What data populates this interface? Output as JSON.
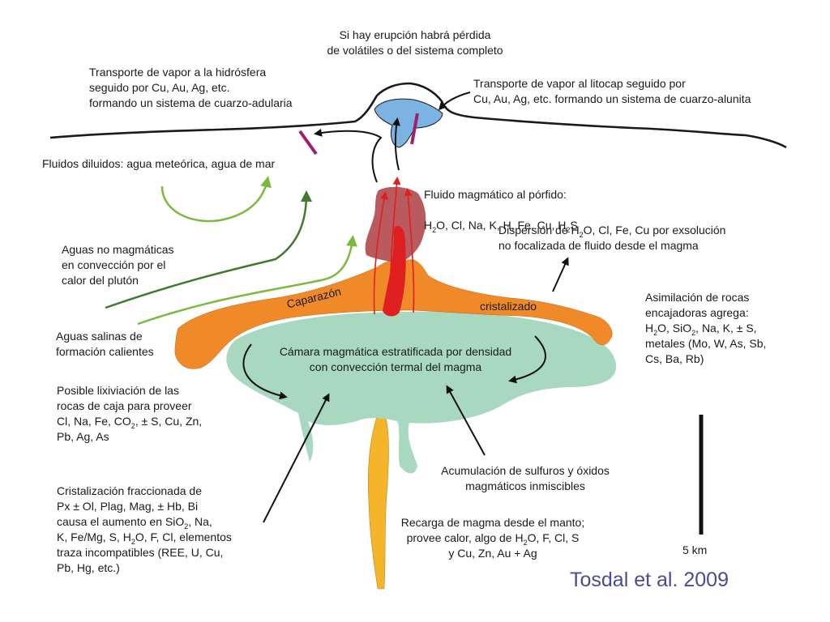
{
  "labels": {
    "eruption": "Si hay erupción habrá pérdida\nde volátiles o del sistema completo",
    "hydrosphere": "Transporte de vapor a la hidrósfera\nseguido por Cu, Au, Ag, etc.\nformando un sistema de cuarzo-adularia",
    "lithocap": "Transporte de vapor al litocap seguido por\nCu, Au, Ag, etc. formando un sistema de cuarzo-alunita",
    "dilute_fluids": "Fluidos diluidos: agua meteórica, agua de mar",
    "porphyry_fluid_title": "Fluido magmático al pórfido:",
    "porphyry_fluid_species": [
      "H",
      "2",
      "O, Cl, Na, K, H, Fe, Cu, H",
      "2",
      "S"
    ],
    "dispersion_a": "Dispersión de H",
    "dispersion_sub": "2",
    "dispersion_b": "O, Cl, Fe, Cu por exsolución\nno focalizada de fluido desde el magma",
    "non_magmatic": "Aguas no magmáticas\nen convección por el\ncalor del plutón",
    "assimilation_title": "Asimilación de rocas\nencajadoras agrega:",
    "assimilation_list": [
      "H",
      "2",
      "O, SiO",
      "2",
      ", Na, K, ± S,"
    ],
    "assimilation_rest": "metales (Mo, W, As, Sb,\nCs, Ba, Rb)",
    "saline": "Aguas salinas de\nformación calientes",
    "leaching_a": "Posible lixiviación de las\nrocas de caja para proveer\nCl, Na, Fe, CO",
    "leaching_sub": "2",
    "leaching_b": ", ± S, Cu, Zn,\nPb, Ag, As",
    "sulfides": "Acumulación de sulfuros y óxidos\nmagmáticos inmiscibles",
    "fractional_a": "Cristalización fraccionada de\nPx ± Ol, Plag, Mag, ± Hb, Bi\ncausa el aumento en SiO",
    "fractional_sub1": "2",
    "fractional_b": ", Na,\nK, Fe/Mg, S, H",
    "fractional_sub2": "2",
    "fractional_c": "O, F, Cl, elementos\ntraza incompatibles (REE, U, Cu,\nPb, Hg, etc.)",
    "recharge_a": "Recarga de magma desde el manto;\nprovee calor, algo de H",
    "recharge_sub": "2",
    "recharge_b": "O, F, Cl, S\ny Cu, Zn, Au + Ag",
    "chamber": "Cámara magmática estratificada por densidad\ncon convección termal del magma",
    "carapace_left": "Caparazón",
    "carapace_right": "cristalizado",
    "scale": "5 km",
    "credit": "Tosdal et al. 2009"
  },
  "colors": {
    "chamber": "#a8d8bf",
    "carapace": "#f08a28",
    "cupola": "#b85a5e",
    "dike": "#e02020",
    "recharge": "#f5b52a",
    "lithocap": "#7bb4e2",
    "vein": "#a0206e",
    "green_arrow": "#7bb940",
    "dark_green_arrow": "#3f7a2e",
    "credit": "#4b4a99"
  }
}
